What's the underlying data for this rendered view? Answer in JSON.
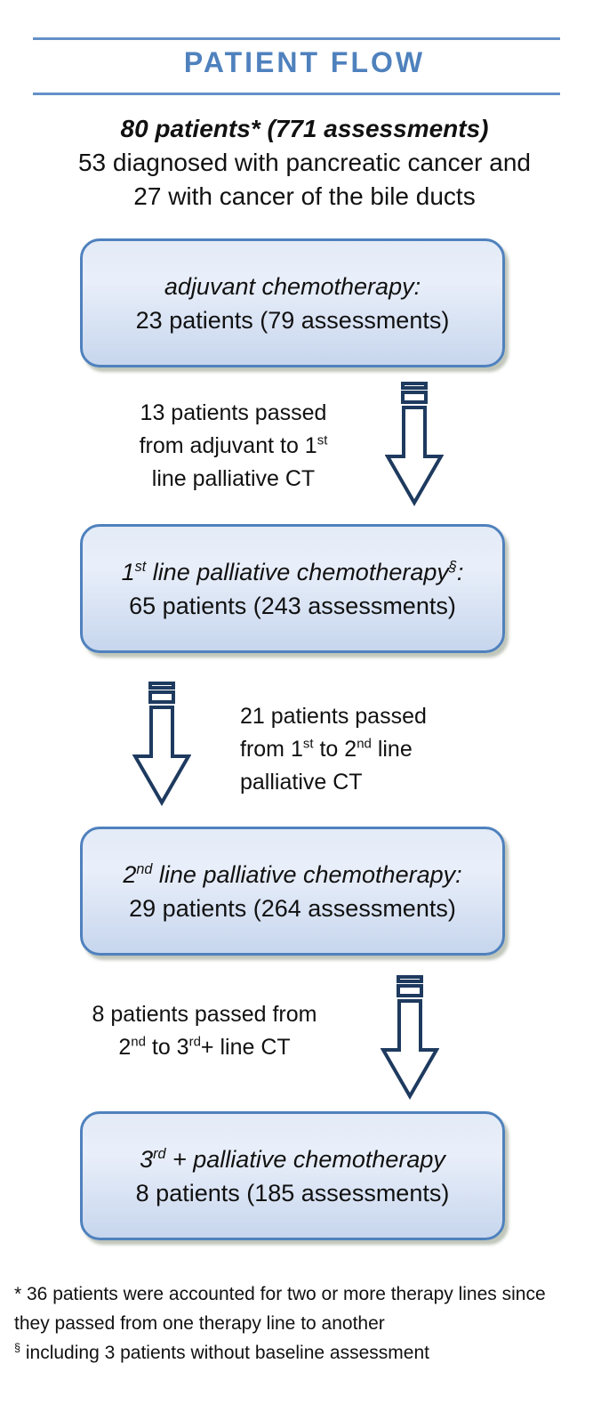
{
  "title": "PATIENT FLOW",
  "summary": {
    "line1": "80 patients* (771 assessments)",
    "line2": "53 diagnosed with pancreatic cancer and",
    "line3": "27 with cancer of the bile ducts"
  },
  "boxes": [
    {
      "name": "adjuvant-chemotherapy",
      "line1": [
        {
          "t": "adjuvant chemotherapy:"
        }
      ],
      "line2": "23 patients (79 assessments)"
    },
    {
      "name": "first-line-palliative-chemotherapy",
      "line1": [
        {
          "t": "1"
        },
        {
          "t": "st",
          "sup": true
        },
        {
          "t": " line palliative chemotherapy"
        },
        {
          "t": "§",
          "sup": true
        },
        {
          "t": ":"
        }
      ],
      "line2": "65 patients (243 assessments)"
    },
    {
      "name": "second-line-palliative-chemotherapy",
      "line1": [
        {
          "t": "2"
        },
        {
          "t": "nd",
          "sup": true
        },
        {
          "t": " line palliative chemotherapy:"
        }
      ],
      "line2": "29 patients (264 assessments)"
    },
    {
      "name": "third-plus-palliative-chemotherapy",
      "line1": [
        {
          "t": "3"
        },
        {
          "t": "rd",
          "sup": true
        },
        {
          "t": " + palliative chemotherapy"
        }
      ],
      "line2": "8 patients (185 assessments)"
    }
  ],
  "connectors": [
    {
      "arrow_side": "right",
      "label": [
        [
          {
            "t": "13 patients passed"
          }
        ],
        [
          {
            "t": "from adjuvant to 1"
          },
          {
            "t": "st",
            "sup": true
          }
        ],
        [
          {
            "t": "line palliative CT"
          }
        ]
      ]
    },
    {
      "arrow_side": "left",
      "label": [
        [
          {
            "t": "21 patients passed"
          }
        ],
        [
          {
            "t": "from 1"
          },
          {
            "t": "st",
            "sup": true
          },
          {
            "t": " to 2"
          },
          {
            "t": "nd",
            "sup": true
          },
          {
            "t": " line"
          }
        ],
        [
          {
            "t": "palliative CT"
          }
        ]
      ]
    },
    {
      "arrow_side": "right",
      "label": [
        [
          {
            "t": "8 patients passed from"
          }
        ],
        [
          {
            "t": "2"
          },
          {
            "t": "nd",
            "sup": true
          },
          {
            "t": " to 3"
          },
          {
            "t": "rd",
            "sup": true
          },
          {
            "t": "+ line CT"
          }
        ]
      ]
    }
  ],
  "footnotes": [
    [
      {
        "t": "* 36 patients were accounted for two or more therapy lines since"
      }
    ],
    [
      {
        "t": "they passed from one therapy line to another"
      }
    ],
    [
      {
        "t": "§",
        "sup": true
      },
      {
        "t": " including 3 patients without baseline assessment"
      }
    ]
  ],
  "icons": {
    "connector_icon": "striped-down-arrow-icon"
  },
  "colors": {
    "accent_blue": "#4f81bd",
    "rule_blue": "#6490c8",
    "arrow_navy": "#1e3a5f",
    "box_fill_top": "#e3ebf7",
    "box_fill_bottom": "#c7d6ed",
    "text": "#111111"
  }
}
